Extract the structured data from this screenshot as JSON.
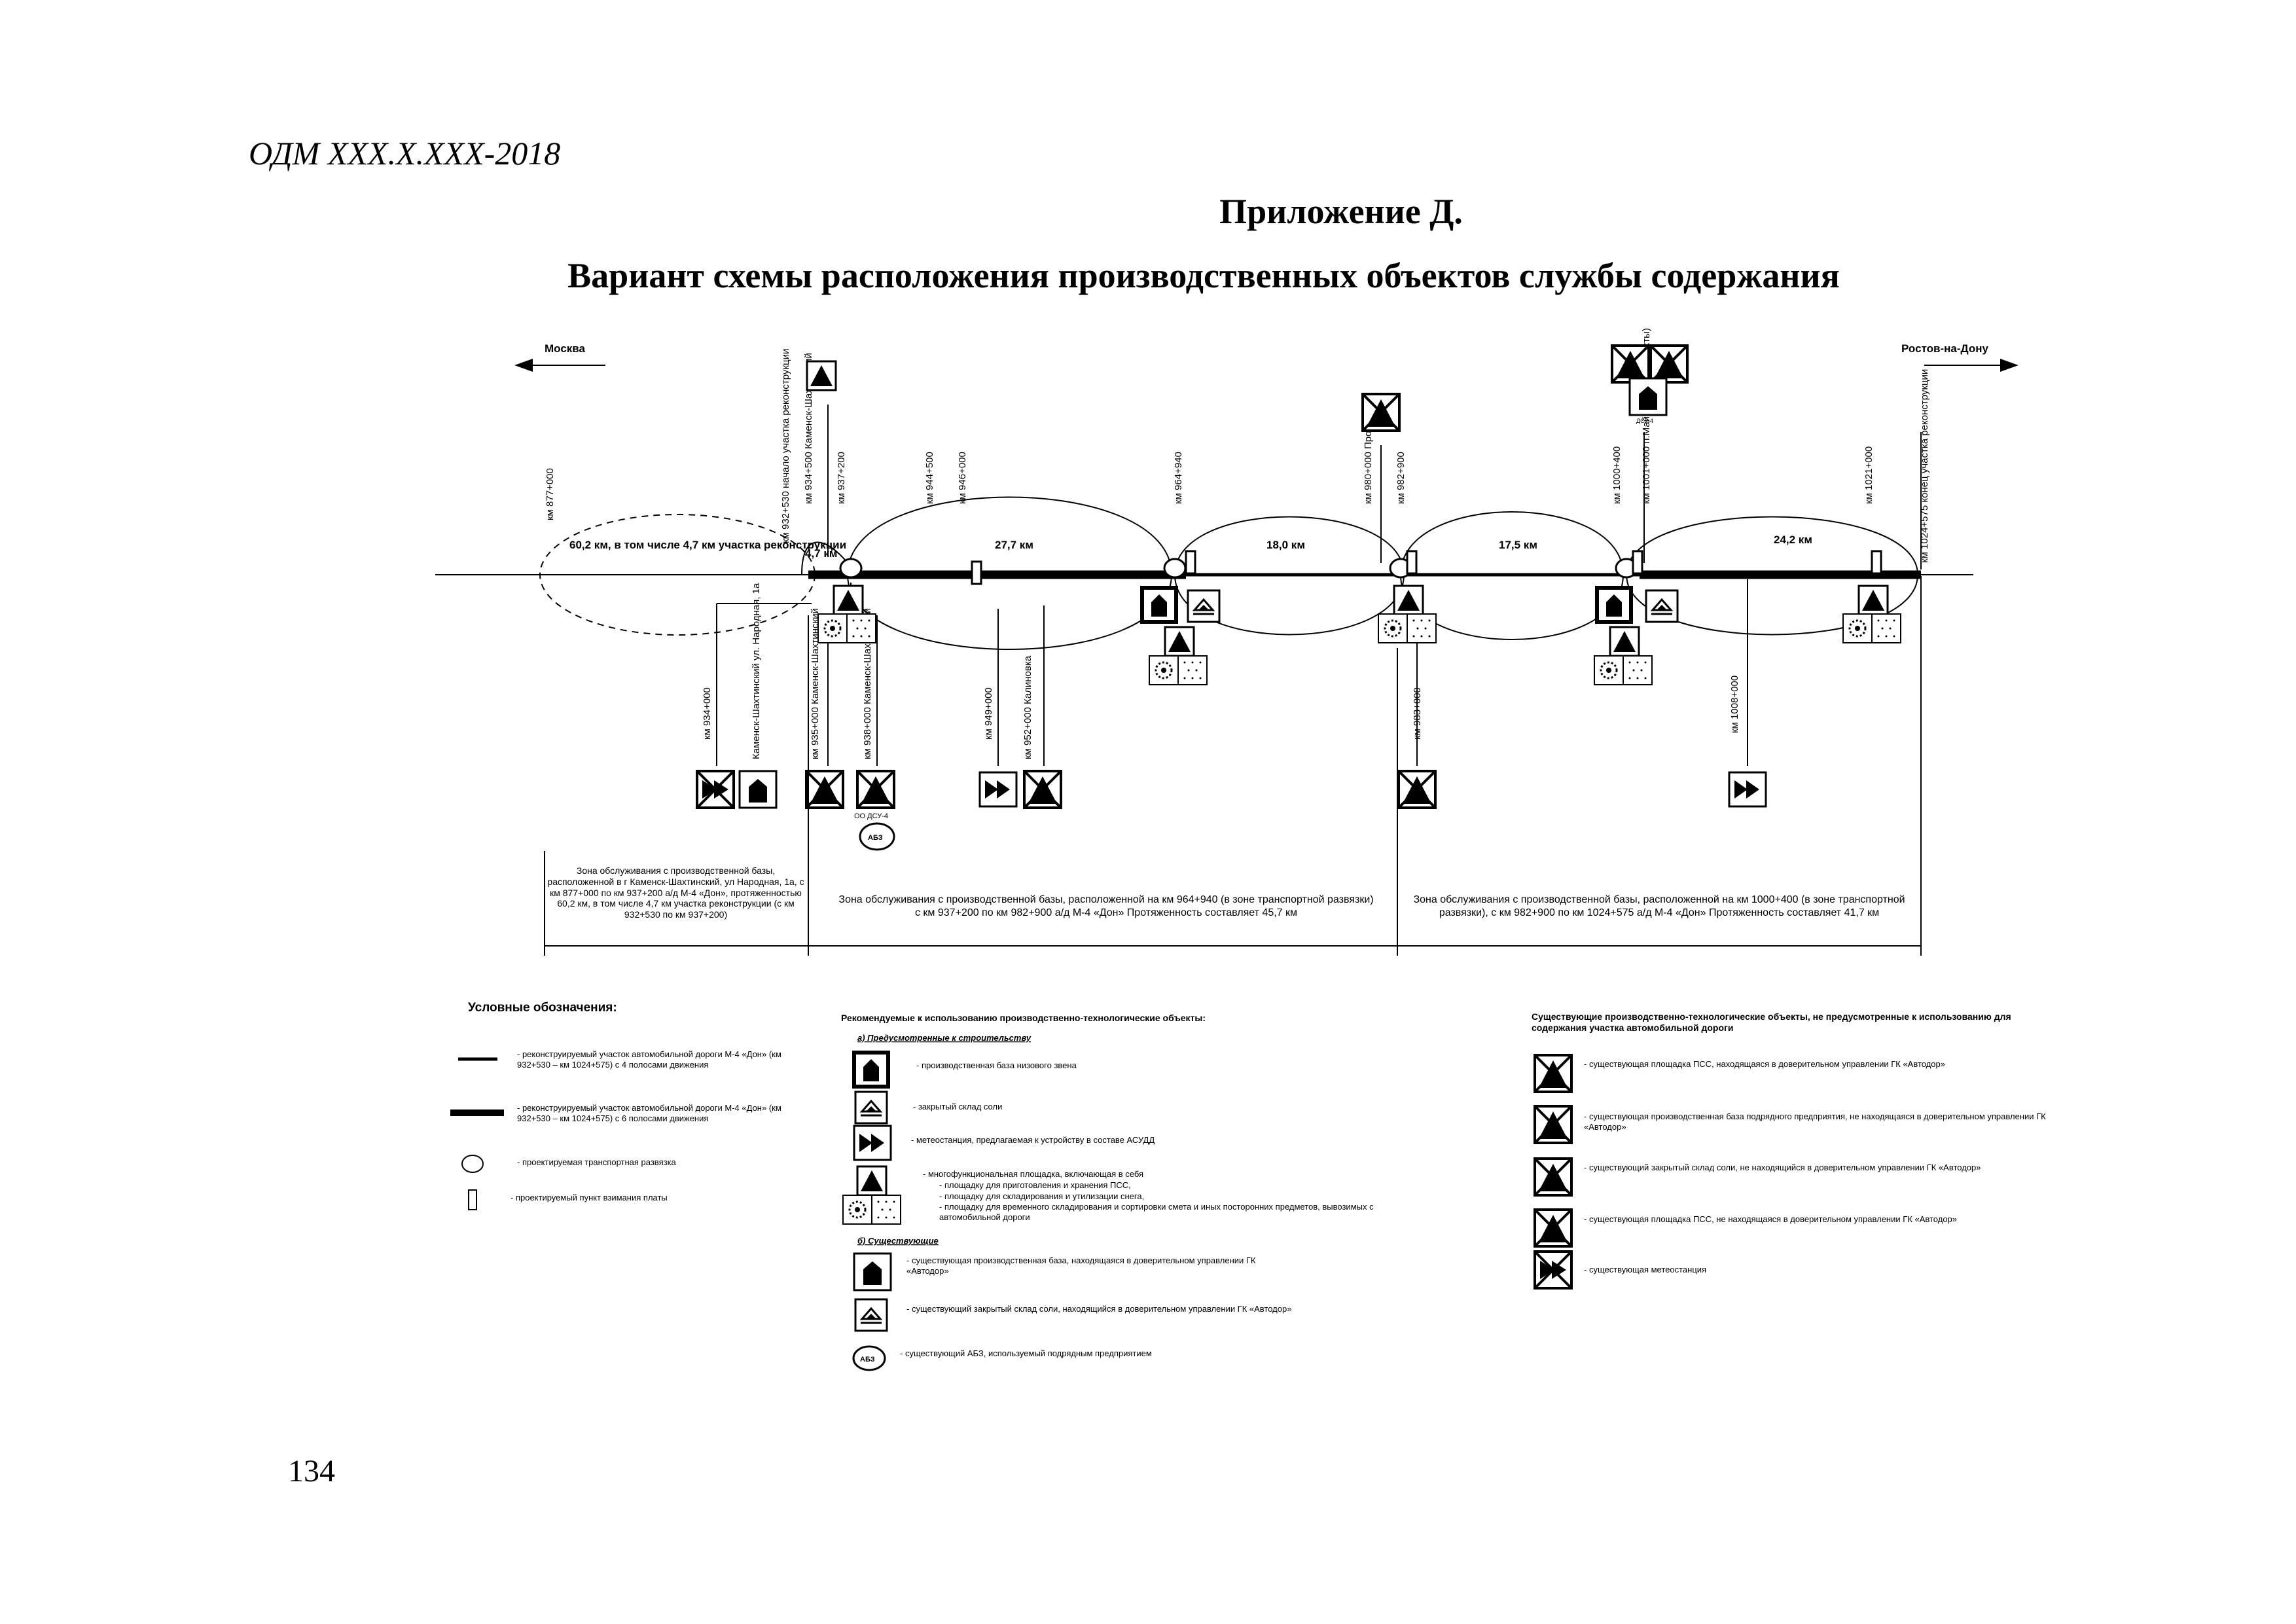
{
  "document": {
    "code": "ОДМ XXX.X.XXX-2018",
    "appendix": "Приложение Д.",
    "title": "Вариант схемы расположения производственных объектов службы содержания",
    "page_number": "134"
  },
  "diagram": {
    "direction_left": "Москва",
    "direction_right": "Ростов-на-Дону",
    "km_marks_top": [
      "км 877+000",
      "км 932+530 начало участка реконструкции",
      "км 934+500 Каменск-Шахтинский",
      "км 937+200",
      "км 944+500",
      "км 946+000",
      "км 964+940",
      "км 980+000 Пролетарка",
      "км 982+900",
      "км 1000+400",
      "км 1001+000 п.Майский (город Шахты)",
      "км 1021+000",
      "км 1024+575 конец участка реконструкции"
    ],
    "km_marks_bottom": [
      "км 934+000",
      "Каменск-Шахтинский ул. Народная, 1а",
      "км 935+000 Каменск-Шахтинский",
      "км 938+000 Каменск-Шахтинский",
      "км 949+000",
      "км 952+000 Калиновка",
      "км 983+000",
      "км 1008+000"
    ],
    "segments": [
      "60,2 км, в том числе 4,7 км участка реконструкции",
      "4,7 км",
      "27,7 км",
      "18,0 км",
      "17,5 км",
      "24,2 км"
    ],
    "small_labels": {
      "dsu": "ДСУ-4",
      "dsu2": "ОО ДСУ-4",
      "abz": "АБЗ"
    },
    "zones": [
      "Зона обслуживания с производственной базы, расположенной в г Каменск-Шахтинский, ул Народная, 1а, с км 877+000 по км 937+200 а/д М-4 «Дон», протяженностью 60,2 км, в том числе 4,7 км участка реконструкции (с км 932+530 по км 937+200)",
      "Зона обслуживания с производственной базы, расположенной на км 964+940 (в зоне транспортной развязки) с км 937+200 по км 982+900 а/д М-4 «Дон» Протяженность составляет 45,7 км",
      "Зона обслуживания с производственной базы, расположенной на км 1000+400 (в зоне транспортной развязки), с км 982+900 по км 1024+575 а/д М-4 «Дон» Протяженность составляет 41,7 км"
    ]
  },
  "legend": {
    "title": "Условные обозначения:",
    "left_items": [
      "- реконструируемый участок автомобильной дороги М-4 «Дон» (км 932+530 – км 1024+575) с 4 полосами движения",
      "- реконструируемый участок автомобильной дороги М-4 «Дон» (км 932+530 – км 1024+575) с 6 полосами движения",
      "- проектируемая транспортная развязка",
      "- проектируемый пункт взимания платы"
    ],
    "recommended_title": "Рекомендуемые к использованию производственно-технологические объекты:",
    "recommended_a_title": "а) Предусмотренные к строительству",
    "recommended_a": [
      "- производственная база низового звена",
      "- закрытый склад соли",
      "- метеостанция, предлагаемая к устройству в составе АСУДД",
      "- многофункциональная площадка, включающая в себя",
      "- площадку для приготовления и хранения ПСС,",
      "- площадку для складирования и утилизации снега,",
      "- площадку для временного складирования и сортировки смета и иных посторонних предметов, вывозимых с автомобильной дороги"
    ],
    "recommended_b_title": "б) Существующие",
    "recommended_b": [
      "- существующая производственная база, находящаяся в доверительном управлении ГК «Автодор»",
      "- существующий закрытый склад соли, находящийся в доверительном управлении ГК «Автодор»",
      "- существующий АБЗ, используемый подрядным предприятием"
    ],
    "existing_title": "Существующие производственно-технологические объекты, не предусмотренные к использованию для содержания участка автомобильной дороги",
    "existing_items": [
      "- существующая площадка ПСС, находящаяся в доверительном управлении ГК «Автодор»",
      "- существующая производственная база подрядного предприятия, не находящаяся в доверительном управлении ГК «Автодор»",
      "- существующий закрытый склад соли, не находящийся в доверительном управлении ГК «Автодор»",
      "- существующая площадка ПСС, не находящаяся в доверительном управлении ГК «Автодор»",
      "- существующая метеостанция"
    ]
  }
}
